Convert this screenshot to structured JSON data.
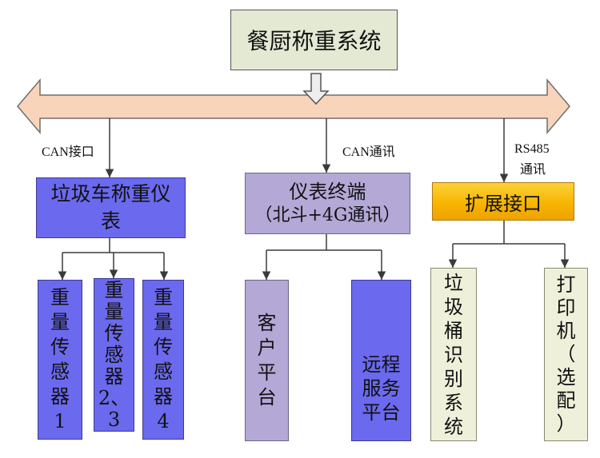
{
  "system": {
    "title": "餐厨称重系统"
  },
  "links": {
    "left_label": "CAN接口",
    "middle_label": "CAN通讯",
    "right_label_line1": "RS485",
    "right_label_line2": "通讯"
  },
  "truck_scale": {
    "title": "垃圾车称重仪表",
    "sensors": [
      "重量传感器1",
      "重量传感器2、3",
      "重量传感器4"
    ]
  },
  "terminal": {
    "title": "仪表终端",
    "subtitle": "（北斗+4G通讯）",
    "platforms": [
      "客户平台",
      "远程服务平台"
    ]
  },
  "expansion": {
    "title": "扩展接口",
    "devices": [
      "垃圾桶识别系统",
      "打印机（选配）"
    ]
  },
  "colors": {
    "system_box": "#e4e9d3",
    "bus": "#f8d4bb",
    "blue_node": "#6b69ee",
    "lavender_node": "#b4a8d6",
    "orange_node": "#f7b500",
    "sage_node": "#eef0da",
    "line": "#3a3a3a"
  }
}
